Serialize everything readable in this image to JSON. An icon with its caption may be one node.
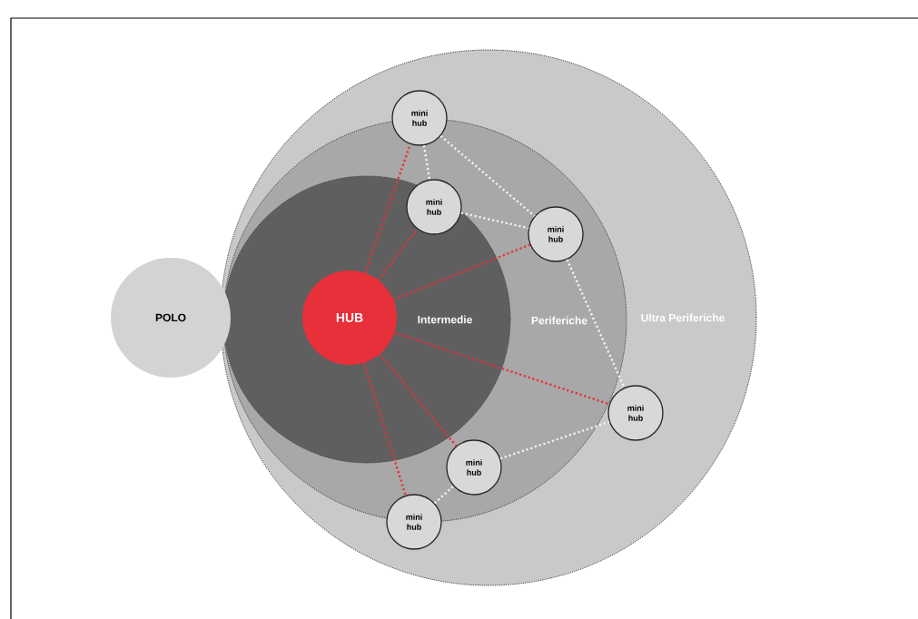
{
  "diagram": {
    "nodes": [
      {
        "text": [
          "POLO"
        ]
      },
      {
        "text": [
          "Ultra Periferiche"
        ]
      },
      {
        "text": [
          "Periferiche"
        ],
        "in": 1
      },
      {
        "text": [
          "Intermedie"
        ],
        "in": 2
      },
      {
        "text": [
          "HUB"
        ],
        "in": 3
      },
      {
        "text": [
          "mini hub"
        ],
        "in": 1
      },
      {
        "text": [
          "mini hub"
        ],
        "in": 3
      },
      {
        "text": [
          "mini hub"
        ],
        "in": 2
      },
      {
        "text": [
          "mini hub"
        ],
        "in": 1
      },
      {
        "text": [
          "mini hub"
        ],
        "in": 2
      },
      {
        "text": [
          "mini hub"
        ],
        "in": 1
      }
    ],
    "edges": [
      {
        "from": 4,
        "to": 5,
        "arrow": "none",
        "style": "dashed",
        "color": "#e8303a"
      },
      {
        "from": 4,
        "to": 6,
        "arrow": "none",
        "style": "dashed",
        "color": "#e8303a"
      },
      {
        "from": 4,
        "to": 7,
        "arrow": "none",
        "style": "dashed",
        "color": "#e8303a"
      },
      {
        "from": 4,
        "to": 8,
        "arrow": "none",
        "style": "dashed",
        "color": "#e8303a"
      },
      {
        "from": 4,
        "to": 9,
        "arrow": "none",
        "style": "dashed",
        "color": "#e8303a"
      },
      {
        "from": 4,
        "to": 10,
        "arrow": "none",
        "style": "dashed",
        "color": "#e8303a"
      },
      {
        "from": 5,
        "to": 6,
        "arrow": "none",
        "style": "dashed",
        "color": "#f2f2f2"
      },
      {
        "from": 5,
        "to": 7,
        "arrow": "none",
        "style": "dashed",
        "color": "#f2f2f2"
      },
      {
        "from": 6,
        "to": 7,
        "arrow": "none",
        "style": "dashed",
        "color": "#f2f2f2"
      },
      {
        "from": 7,
        "to": 8,
        "arrow": "none",
        "style": "dashed",
        "color": "#f2f2f2"
      },
      {
        "from": 9,
        "to": 8,
        "arrow": "none",
        "style": "dashed",
        "color": "#f2f2f2"
      },
      {
        "from": 10,
        "to": 9,
        "arrow": "none",
        "style": "dashed",
        "color": "#f2f2f2"
      }
    ]
  }
}
